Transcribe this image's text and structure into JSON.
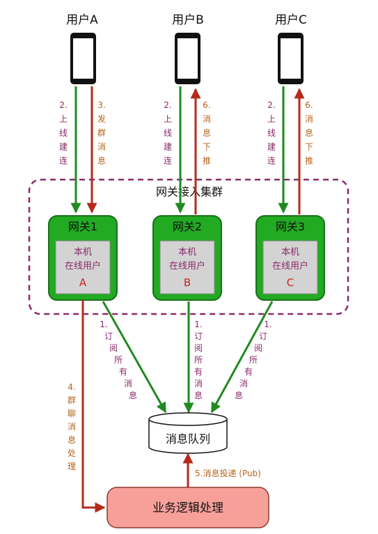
{
  "users": [
    {
      "label": "用户A"
    },
    {
      "label": "用户B"
    },
    {
      "label": "用户C"
    }
  ],
  "cluster": {
    "label": "网关接入集群"
  },
  "gateways": [
    {
      "title": "网关1",
      "line1": "本机",
      "line2": "在线用户",
      "user": "A"
    },
    {
      "title": "网关2",
      "line1": "本机",
      "line2": "在线用户",
      "user": "B"
    },
    {
      "title": "网关3",
      "line1": "本机",
      "line2": "在线用户",
      "user": "C"
    }
  ],
  "steps": {
    "connect_a": [
      "2.",
      "上",
      "线",
      "建",
      "连"
    ],
    "send_group": [
      "3.",
      "发",
      "群",
      "消",
      "息"
    ],
    "connect_b": [
      "2.",
      "上",
      "线",
      "建",
      "连"
    ],
    "push_b": [
      "6.",
      "消",
      "息",
      "下",
      "推"
    ],
    "connect_c": [
      "2.",
      "上",
      "线",
      "建",
      "连"
    ],
    "push_c": [
      "6.",
      "消",
      "息",
      "下",
      "推"
    ],
    "group_process": [
      "4.",
      "群",
      "聊",
      "消",
      "息",
      "处",
      "理"
    ],
    "sub_1": [
      "1.",
      "订",
      "阅",
      "所",
      "有",
      "消",
      "息"
    ],
    "sub_2": [
      "1.",
      "订",
      "阅",
      "所",
      "有",
      "消",
      "息"
    ],
    "sub_3": [
      "1.",
      "订",
      "阅",
      "所",
      "有",
      "消",
      "息"
    ],
    "deliver": "5.消息投递 (Pub)"
  },
  "queue": {
    "label": "消息队列"
  },
  "business": {
    "label": "业务逻辑处理"
  },
  "colors": {
    "green": "#1f8a1f",
    "green_fill": "#22aa22",
    "red": "#b52a1b",
    "purple": "#8a2a6a",
    "orange": "#b5651d",
    "gray_fill": "#d3d3d3",
    "biz_fill": "#f7a09a"
  }
}
